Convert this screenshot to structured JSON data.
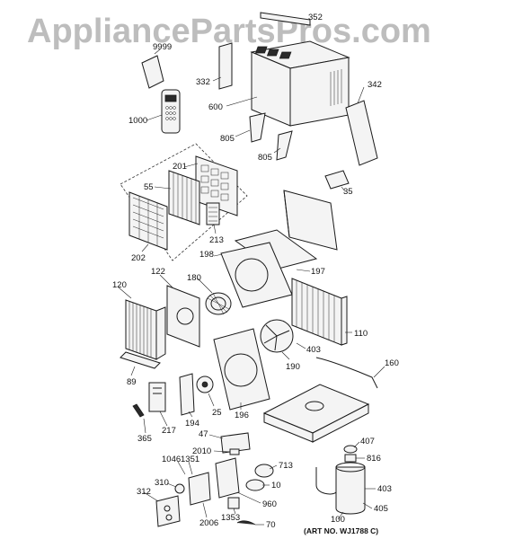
{
  "watermark": "AppliancePartsPros.com",
  "art_number": "(ART NO. WJ1788 C)",
  "labels": {
    "l352": "352",
    "l9999": "9999",
    "l332": "332",
    "l342": "342",
    "l600": "600",
    "l1000": "1000",
    "l805a": "805",
    "l805b": "805",
    "l35": "35",
    "l201": "201",
    "l55": "55",
    "l213": "213",
    "l202": "202",
    "l198": "198",
    "l197": "197",
    "l122": "122",
    "l180": "180",
    "l120": "120",
    "l110": "110",
    "l403a": "403",
    "l190": "190",
    "l160": "160",
    "l89": "89",
    "l25": "25",
    "l196": "196",
    "l194": "194",
    "l217": "217",
    "l365": "365",
    "l47": "47",
    "l2010": "2010",
    "l407": "407",
    "l816": "816",
    "l1046": "1046",
    "l1351": "1351",
    "l713": "713",
    "l10": "10",
    "l312": "312",
    "l310": "310",
    "l403b": "403",
    "l960": "960",
    "l405": "405",
    "l2006": "2006",
    "l1353": "1353",
    "l70": "70",
    "l100": "100"
  }
}
